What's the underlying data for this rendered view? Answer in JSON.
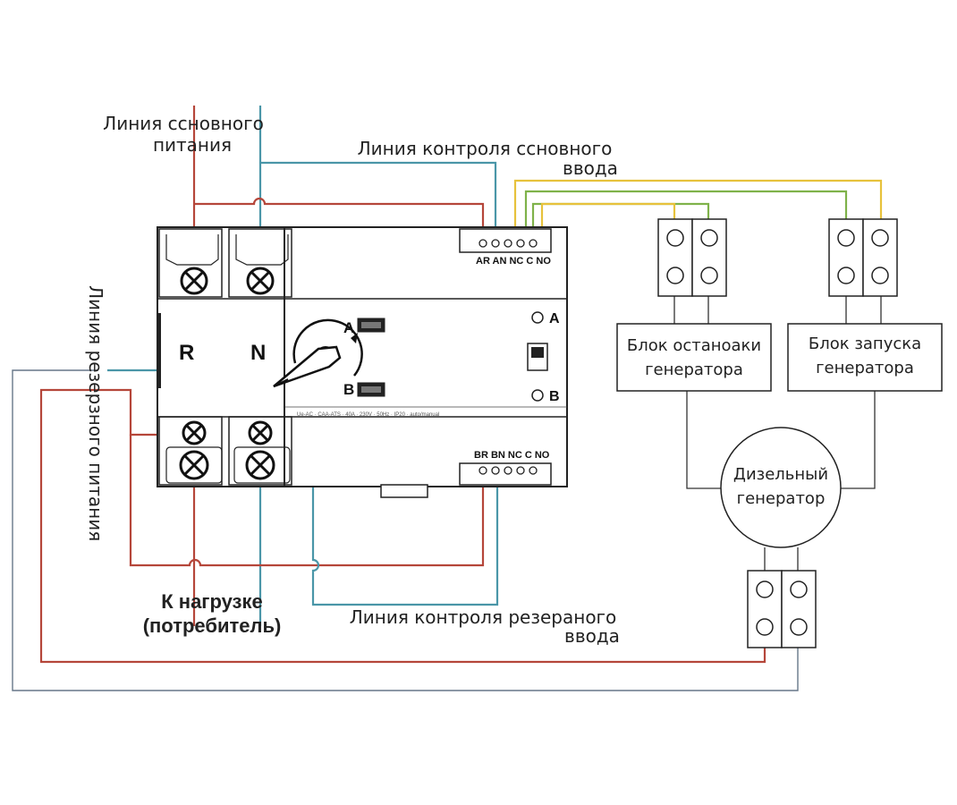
{
  "labels": {
    "main_line_1": "Линия ссновного",
    "main_line_2": "питания",
    "control_main_1": "Линия контроля ссновного",
    "control_main_2": "ввода",
    "reserve_line": "Линия резерзного питания",
    "load_1": "К нагрузке",
    "load_2": "(потребитель)",
    "control_reserve_1": "Линия контроля резераного",
    "control_reserve_2": "ввода",
    "stop_block_1": "Блок останоаки",
    "stop_block_2": "генератора",
    "start_block_1": "Блок запуска",
    "start_block_2": "генератора",
    "generator_1": "Дизельный",
    "generator_2": "генератор"
  },
  "switch": {
    "terminal_R": "R",
    "terminal_N": "N",
    "pos_A": "A",
    "pos_B": "B",
    "ind_A": "A",
    "ind_B": "B",
    "top_terminals": "AR AN NC  C  NO",
    "bottom_terminals": "BR BN NC C NO",
    "fine_print": "Ue-AC · CAA-ATS · 40A · 230V · 50Hz · IP20 · auto/manual"
  },
  "colors": {
    "phase_wire": "#b5463a",
    "neutral_wire": "#4a96a8",
    "signal_yellow": "#e7c23c",
    "signal_green": "#7fb24a",
    "gray_wire": "#667788",
    "outline": "#222222"
  }
}
